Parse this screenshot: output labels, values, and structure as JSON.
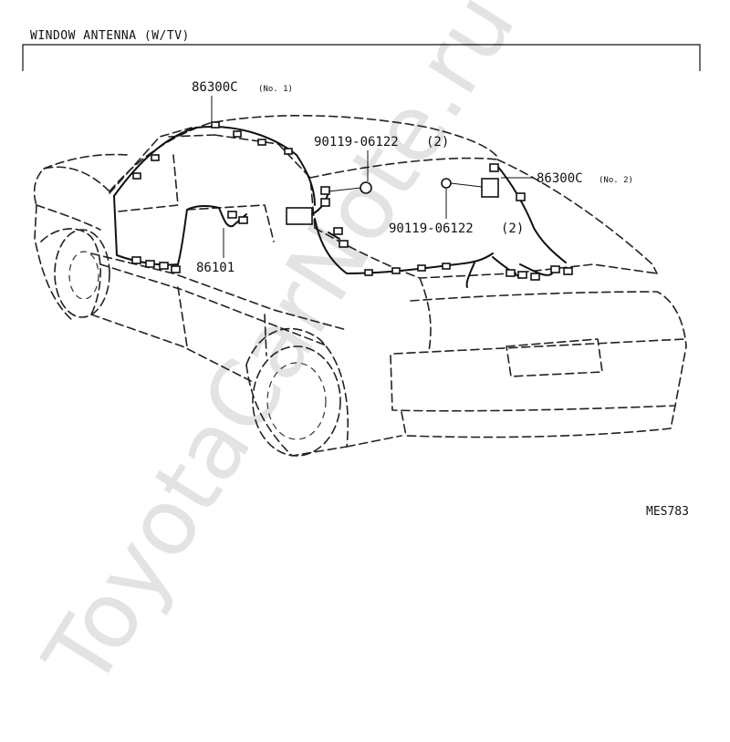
{
  "title": "WINDOW ANTENNA  (W/TV)",
  "diagram_code": "MES783",
  "watermark": "ToyotaCarNote.ru",
  "callouts": [
    {
      "id": "86300c-no1",
      "part_number": "86300C",
      "note": "(No. 1)"
    },
    {
      "id": "90119-top",
      "part_number": "90119-06122",
      "qty": "(2)"
    },
    {
      "id": "86300c-no2",
      "part_number": "86300C",
      "note": "(No. 2)"
    },
    {
      "id": "90119-bottom",
      "part_number": "90119-06122",
      "qty": "(2)"
    },
    {
      "id": "86101",
      "part_number": "86101"
    }
  ]
}
